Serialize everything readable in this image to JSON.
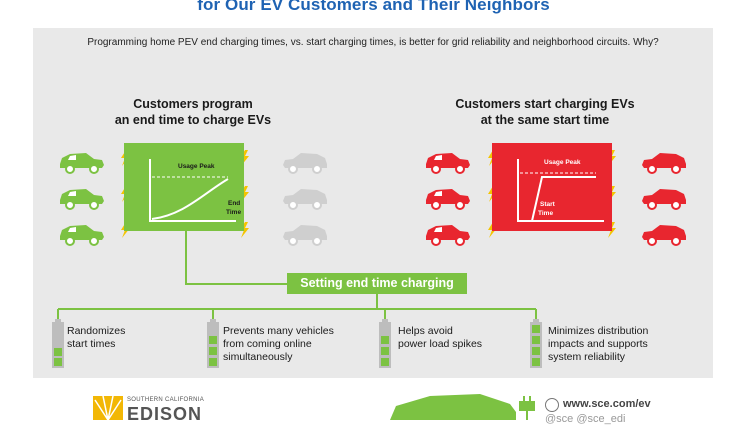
{
  "title": "for Our EV Customers and Their Neighbors",
  "question": "Programming home PEV end charging times, vs. start charging times, is better for grid reliability and neighborhood circuits. Why?",
  "left": {
    "heading_line1": "Customers program",
    "heading_line2": "an end time to charge EVs",
    "usage_peak": "Usage Peak",
    "time_label_1": "End",
    "time_label_2": "Time",
    "color": "#7cc242"
  },
  "right": {
    "heading_line1": "Customers start charging EVs",
    "heading_line2": "at the same start time",
    "usage_peak": "Usage Peak",
    "time_label_1": "Start",
    "time_label_2": "Time",
    "color": "#e8262f"
  },
  "setting_label": "Setting end time charging",
  "benefits": [
    {
      "line1": "Randomizes",
      "line2": "start times",
      "line3": ""
    },
    {
      "line1": "Prevents many vehicles",
      "line2": "from coming online",
      "line3": "simultaneously"
    },
    {
      "line1": "Helps avoid",
      "line2": "power load spikes",
      "line3": ""
    },
    {
      "line1": "Minimizes distribution",
      "line2": "impacts and supports",
      "line3": "system reliability"
    }
  ],
  "footer": {
    "logo_line1": "SOUTHERN CALIFORNIA",
    "logo_line2": "EDISON",
    "url": "www.sce.com/ev",
    "social": "@sce  @sce_edi"
  },
  "icons": [
    "car-icon",
    "lightning-icon",
    "battery-icon",
    "sun-logo-icon",
    "globe-icon",
    "plug-icon"
  ]
}
